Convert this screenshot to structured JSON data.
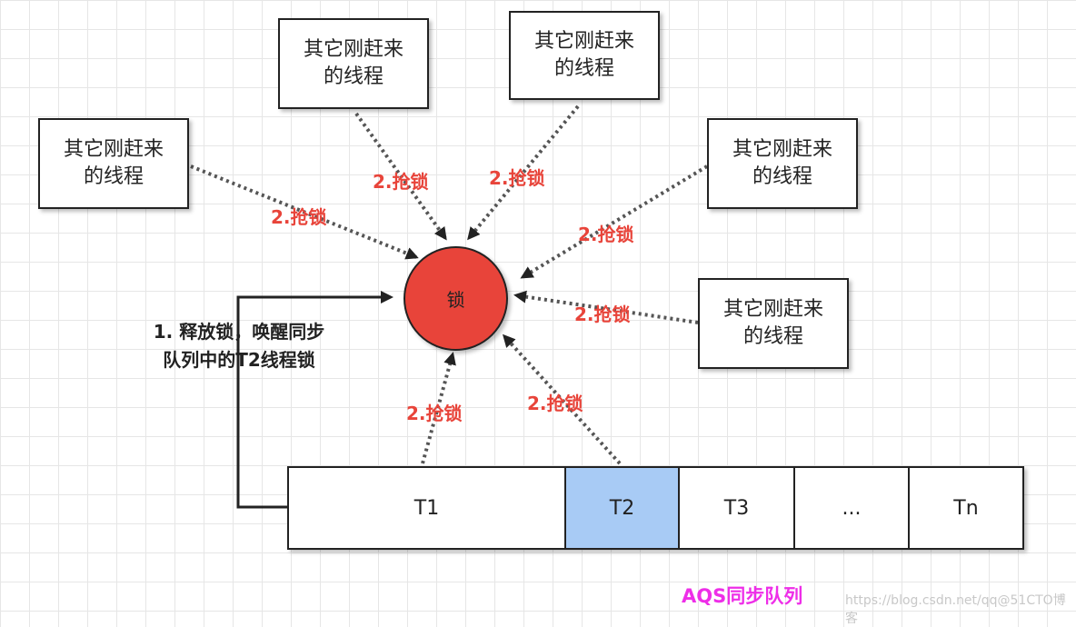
{
  "thread_box": {
    "line1": "其它刚赶来",
    "line2": "的线程"
  },
  "arrow_label": "2.抢锁",
  "lock_label": "锁",
  "release": {
    "line1": "1. 释放锁，唤醒同步",
    "line2": "队列中的T2线程锁"
  },
  "queue": {
    "cells": [
      "T1",
      "T2",
      "T3",
      "...",
      "Tn"
    ],
    "highlighted": "T2",
    "caption": "AQS同步队列"
  },
  "watermark": "https://blog.csdn.net/qq@51CTO博客",
  "colors": {
    "lock_fill": "#e8443a",
    "label_red": "#e8443a",
    "highlight_cell": "#a8cbf5",
    "caption_magenta": "#ee2ee8"
  }
}
